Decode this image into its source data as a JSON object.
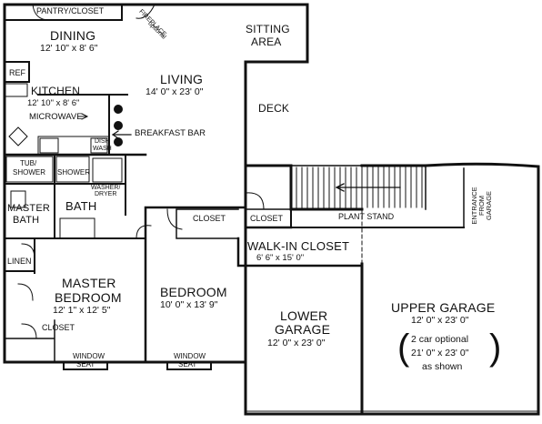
{
  "rooms": {
    "pantry": {
      "label": "PANTRY/CLOSET"
    },
    "dining": {
      "label": "DINING",
      "dims": "12' 10\" x 8' 6\""
    },
    "fireplace": {
      "label": "FIREPLACE",
      "note": "optional"
    },
    "sitting": {
      "label": "SITTING",
      "label2": "AREA"
    },
    "ref": {
      "label": "REF"
    },
    "kitchen": {
      "label": "KITCHEN",
      "dims": "12' 10\" x 8' 6\""
    },
    "living": {
      "label": "LIVING",
      "dims": "14' 0\" x 23' 0\""
    },
    "microwave": {
      "label": "MICROWAVE"
    },
    "deck": {
      "label": "DECK"
    },
    "dishwash": {
      "label": "DISH",
      "label2": "WASH"
    },
    "breakfast_bar": {
      "label": "BREAKFAST BAR"
    },
    "tub_shower": {
      "label": "TUB/",
      "label2": "SHOWER"
    },
    "shower": {
      "label": "SHOWER"
    },
    "washer_dryer": {
      "label": "WASHER/",
      "label2": "DRYER"
    },
    "master_bath": {
      "label": "MASTER",
      "label2": "BATH"
    },
    "bath": {
      "label": "BATH"
    },
    "closet_mid": {
      "label": "CLOSET"
    },
    "closet_hall": {
      "label": "CLOSET"
    },
    "plant_stand": {
      "label": "PLANT STAND"
    },
    "entrance": {
      "label": "ENTRANCE",
      "label2": "FROM",
      "label3": "GARAGE"
    },
    "linen": {
      "label": "LINEN"
    },
    "walkin": {
      "label": "WALK-IN CLOSET",
      "dims": "6' 6\" x 15' 0\""
    },
    "master_bedroom": {
      "label": "MASTER",
      "label2": "BEDROOM",
      "dims": "12' 1\" x 12' 5\""
    },
    "bedroom": {
      "label": "BEDROOM",
      "dims": "10' 0\" x 13' 9\""
    },
    "lower_garage": {
      "label": "LOWER",
      "label2": "GARAGE",
      "dims": "12' 0\" x 23' 0\""
    },
    "upper_garage": {
      "label": "UPPER GARAGE",
      "dims": "12' 0\" x 23' 0\"",
      "opt1": "2 car optional",
      "opt2": "21' 0\" x 23' 0\"",
      "opt3": "as shown"
    },
    "master_closet": {
      "label": "CLOSET"
    },
    "window_seat_1": {
      "label": "WINDOW",
      "label2": "SEAT"
    },
    "window_seat_2": {
      "label": "WINDOW",
      "label2": "SEAT"
    }
  }
}
